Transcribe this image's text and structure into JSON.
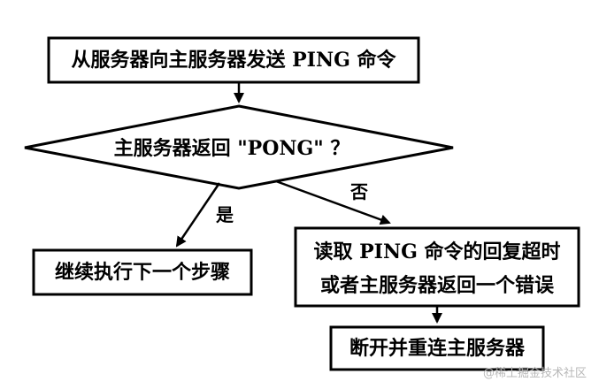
{
  "nodes": {
    "send_ping": "从服务器向主服务器发送 PING 命令",
    "pong_check": "主服务器返回 \"PONG\" ？",
    "continue": "继续执行下一个步骤",
    "timeout_line1": "读取 PING 命令的回复超时",
    "timeout_line2": "或者主服务器返回一个错误",
    "reconnect": "断开并重连主服务器"
  },
  "edges": {
    "yes": "是",
    "no": "否"
  },
  "watermark": "@稀土掘金技术社区"
}
